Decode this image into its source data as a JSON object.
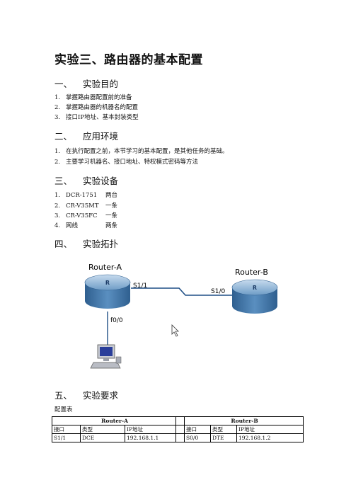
{
  "title": "实验三、路由器的基本配置",
  "sections": [
    {
      "num": "一、",
      "title": "实验目的"
    },
    {
      "num": "二、",
      "title": "应用环境"
    },
    {
      "num": "三、",
      "title": "实验设备"
    },
    {
      "num": "四、",
      "title": "实验拓扑"
    },
    {
      "num": "五、",
      "title": "实验要求"
    }
  ],
  "objectives": [
    {
      "num": "1.",
      "text": "掌握路由器配置前的准备"
    },
    {
      "num": "2.",
      "text": "掌握路由器的机器名的配置"
    },
    {
      "num": "3.",
      "text": "接口IP地址、基本封装类型"
    }
  ],
  "environment": [
    {
      "num": "1.",
      "text": "在执行配置之前，本节学习的基本配置，是其他任务的基础。"
    },
    {
      "num": "2.",
      "text": "主要学习机器名、接口地址、特权模式密码等方法"
    }
  ],
  "equipment": [
    {
      "num": "1.",
      "name": "DCR-1751",
      "qty": "两台"
    },
    {
      "num": "2.",
      "name": "CR-V35MT",
      "qty": "一条"
    },
    {
      "num": "3.",
      "name": "CR-V35FC",
      "qty": "一条"
    },
    {
      "num": "4.",
      "name": "网线",
      "qty": "两条"
    }
  ],
  "topology": {
    "router_a": "Router-A",
    "router_b": "Router-B",
    "port_a": "S1/1",
    "port_b": "S1/0",
    "port_pc": "f0/0",
    "router_glyph": "R"
  },
  "config_caption": "配置表",
  "config_table": {
    "router_a_header": "Router-A",
    "router_b_header": "Router-B",
    "columns": [
      "接口",
      "类型",
      "IP地址"
    ],
    "router_a_row": [
      "S1/1",
      "DCE",
      "192.168.1.1"
    ],
    "router_b_row": [
      "S0/0",
      "DTE",
      "192.168.1.2"
    ]
  }
}
